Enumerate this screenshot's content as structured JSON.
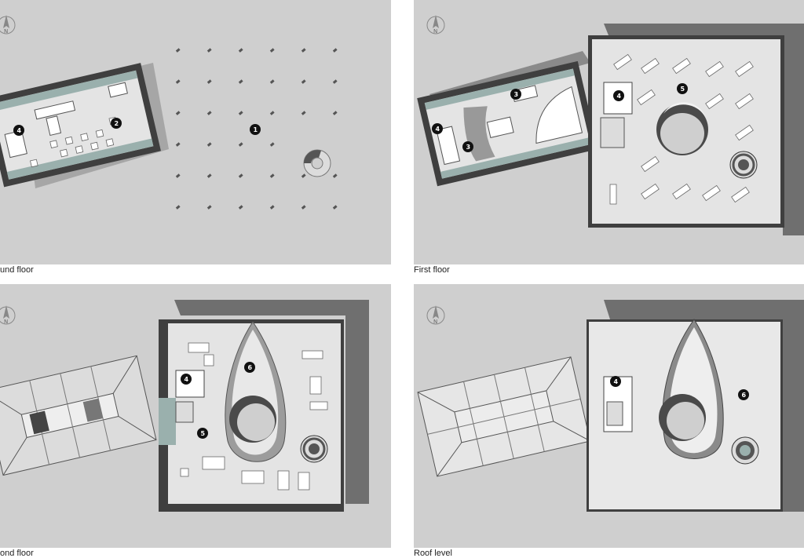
{
  "panels": [
    {
      "id": "ground-floor",
      "caption": "und floor",
      "badges": [
        "1",
        "2",
        "4"
      ]
    },
    {
      "id": "first-floor",
      "caption": "First floor",
      "badges": [
        "3",
        "3",
        "4",
        "4",
        "5"
      ]
    },
    {
      "id": "second-floor",
      "caption": "ond floor",
      "badges": [
        "4",
        "5",
        "6"
      ]
    },
    {
      "id": "roof-level",
      "caption": "Roof level",
      "badges": [
        "4",
        "6"
      ]
    }
  ],
  "north_label": "N",
  "colors": {
    "panel_bg": "#cfcfcf",
    "floor": "#e6e6e6",
    "wall": "#4a4a4a",
    "shadow": "#6f6f6f",
    "glass": "#8fa3a0",
    "badge": "#111111"
  }
}
